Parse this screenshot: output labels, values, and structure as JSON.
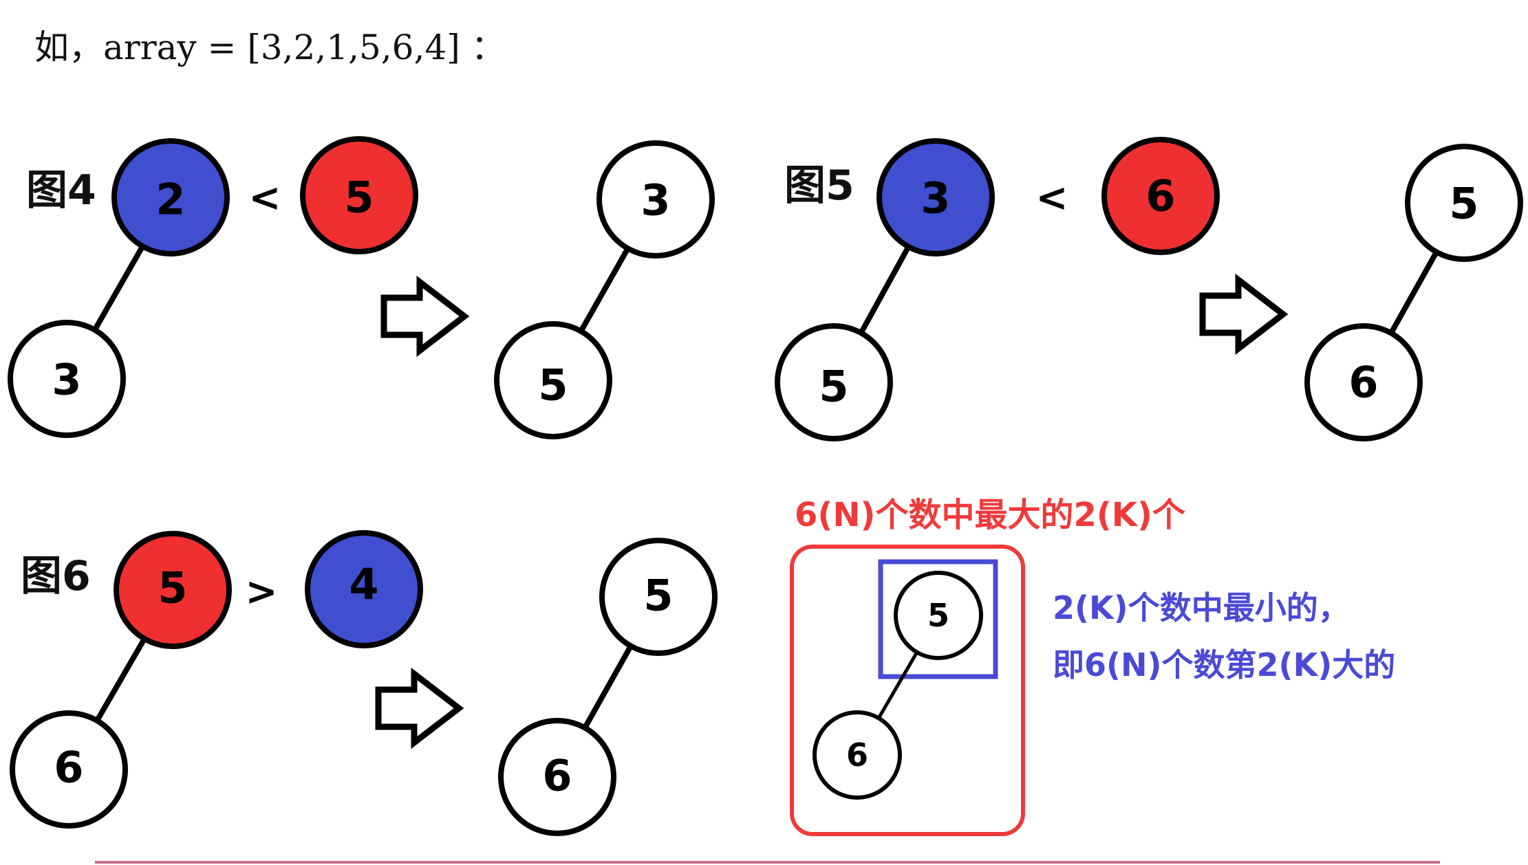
{
  "header": {
    "text": "如，array = [3,2,1,5,6,4] ："
  },
  "colors": {
    "blue": "#3f4fd0",
    "red": "#f03030",
    "black": "#000000",
    "annotation_red": "#f03a3a",
    "annotation_blue": "#4a4ad6"
  },
  "figures": [
    {
      "label": "图4",
      "compare": {
        "op": "<",
        "left": "2",
        "right": "5"
      },
      "before_child": "3",
      "after": {
        "root": "3",
        "child": "5"
      }
    },
    {
      "label": "图5",
      "compare": {
        "op": "<",
        "left": "3",
        "right": "6"
      },
      "before_child": "5",
      "after": {
        "root": "5",
        "child": "6"
      }
    },
    {
      "label": "图6",
      "compare": {
        "op": ">",
        "left": "5",
        "right": "4"
      },
      "before_child": "6",
      "after": {
        "root": "5",
        "child": "6"
      }
    }
  ],
  "summary": {
    "title": "6(N)个数中最大的2(K)个",
    "root": "5",
    "child": "6",
    "note_line1": "2(K)个数中最小的，",
    "note_line2": "即6(N)个数第2(K)大的"
  }
}
